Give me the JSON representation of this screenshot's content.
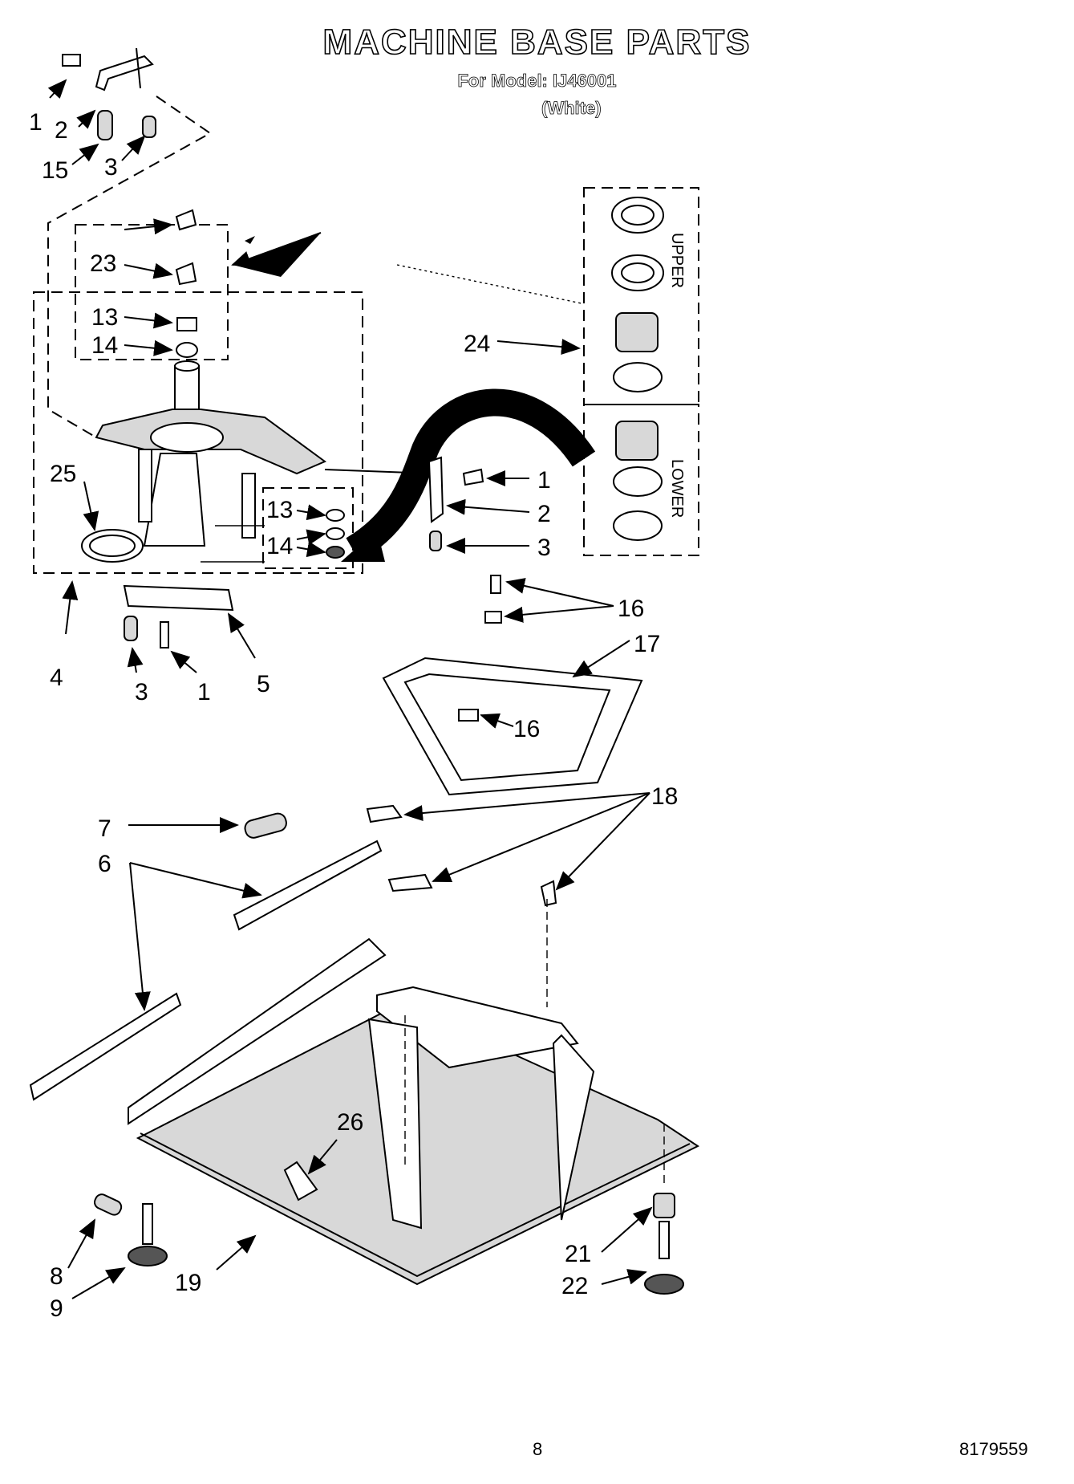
{
  "header": {
    "title": "MACHINE BASE PARTS",
    "model_line": "For Model: IJ46001",
    "variant": "(White)"
  },
  "callouts": [
    "1",
    "2",
    "15",
    "3",
    "23",
    "13",
    "14",
    "24",
    "25",
    "1",
    "2",
    "3",
    "13",
    "14",
    "4",
    "3",
    "1",
    "5",
    "16",
    "17",
    "16",
    "18",
    "7",
    "6",
    "26",
    "8",
    "9",
    "19",
    "21",
    "22"
  ],
  "group_labels": {
    "upper": "UPPER",
    "lower": "LOWER"
  },
  "footer": {
    "page_number": "8",
    "doc_number": "8179559"
  }
}
